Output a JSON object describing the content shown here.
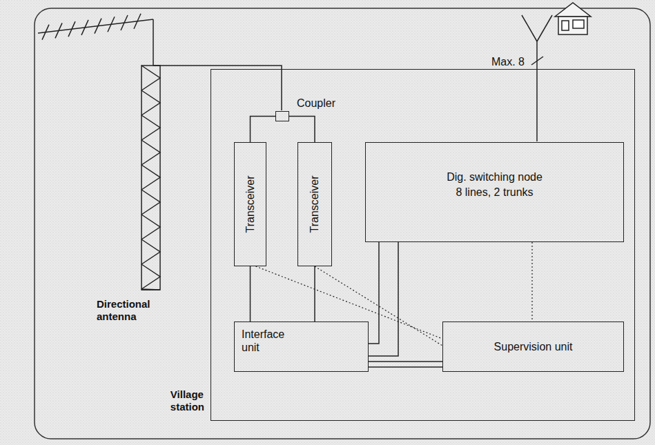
{
  "diagram": {
    "nodes": [
      {
        "text": [
          "Village station"
        ]
      },
      {
        "text": [
          "Coupler"
        ],
        "in": 0
      },
      {
        "text": [
          "Transceiver"
        ],
        "in": 0
      },
      {
        "text": [
          "Transceiver"
        ],
        "in": 0
      },
      {
        "text": [
          "Dig. switching node",
          "8 lines, 2 trunks"
        ],
        "in": 0
      },
      {
        "text": [
          "Interface unit"
        ],
        "in": 0
      },
      {
        "text": [
          "Supervision unit"
        ],
        "in": 0
      }
    ],
    "edges": [
      {
        "from": 1,
        "to": 2,
        "arrow": "none"
      },
      {
        "from": 1,
        "to": 3,
        "arrow": "none"
      },
      {
        "from": 2,
        "to": 5,
        "arrow": "none"
      },
      {
        "from": 3,
        "to": 5,
        "arrow": "none"
      },
      {
        "from": 2,
        "to": 6,
        "arrow": "none"
      },
      {
        "from": 3,
        "to": 6,
        "arrow": "none"
      },
      {
        "from": 4,
        "to": 5,
        "arrow": "none"
      },
      {
        "from": 4,
        "to": 5,
        "arrow": "none"
      },
      {
        "from": 5,
        "to": 6,
        "arrow": "none"
      },
      {
        "from": 5,
        "to": 6,
        "arrow": "none"
      },
      {
        "from": 4,
        "to": 6,
        "arrow": "none"
      }
    ],
    "labels": [
      "Directional antenna",
      "Max. 8"
    ]
  }
}
